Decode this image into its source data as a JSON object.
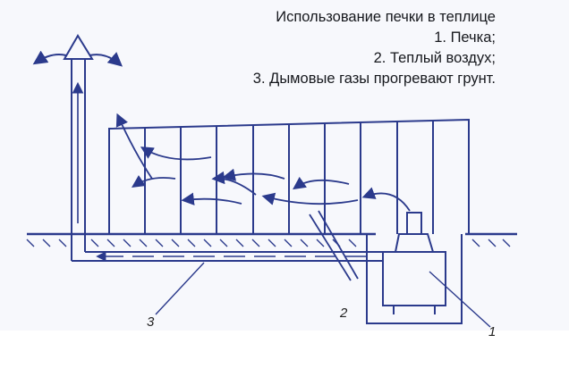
{
  "caption": {
    "title": "Использование печки в теплице",
    "items": [
      "1. Печка;",
      "2. Теплый воздух;",
      "3. Дымовые газы прогревают грунт."
    ]
  },
  "labels": {
    "stove": "1",
    "warm_air": "2",
    "flue_gas": "3"
  },
  "colors": {
    "ink": "#2b3a8c",
    "background": "#f7f8fc"
  }
}
